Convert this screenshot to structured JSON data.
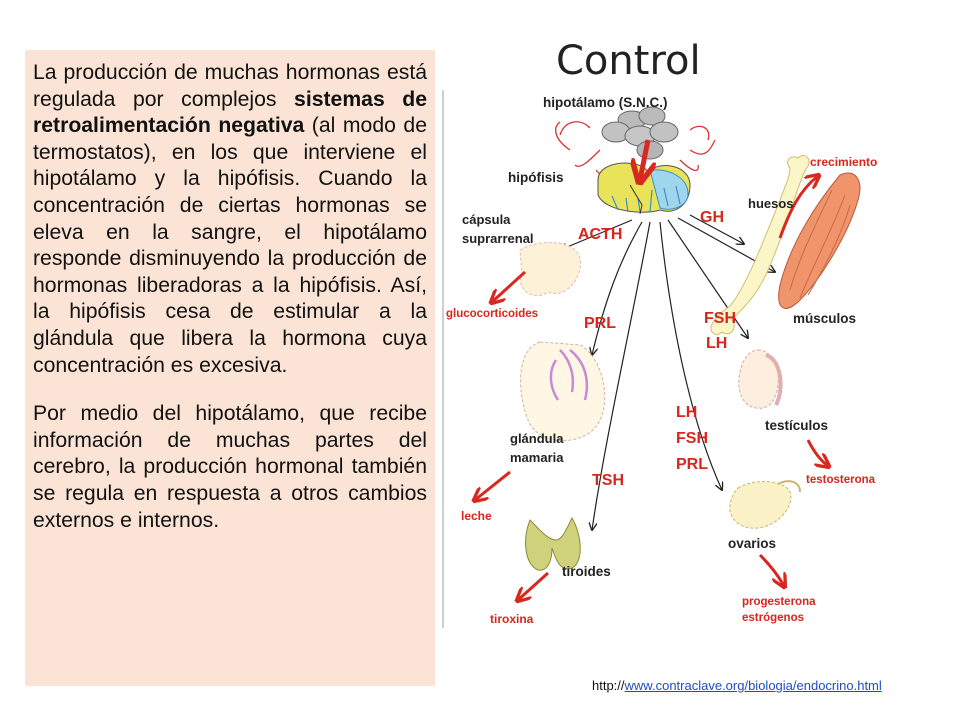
{
  "slide": {
    "title": "Control",
    "paragraph1": {
      "part1": "La producción de muchas hormonas está regulada por complejos ",
      "bold": "sistemas de retroalimentación negativa",
      "part2": " (al modo de termostatos), en los que interviene el hipotálamo y la hipófisis. Cuando la concentración de ciertas hormonas se eleva en la sangre, el hipotálamo responde disminuyendo la producción de hormonas liberadoras a la hipófisis. Así, la hipófisis cesa de estimular a la glándula que libera la hormona cuya concentración es excesiva."
    },
    "paragraph2": "Por medio del hipotálamo, que recibe información de muchas partes del cerebro, la producción hormonal también se regula en respuesta a otros cambios externos e internos.",
    "source_prefix": "http://",
    "source_link": "www.contraclave.org/biologia/endocrino.html"
  },
  "diagram": {
    "hypothalamus": "hipotálamo (S.N.C.)",
    "pituitary": "hipófisis",
    "adrenal": [
      "cápsula",
      "suprarrenal"
    ],
    "acth": "ACTH",
    "glucocorticoids": "glucocorticoides",
    "prl": "PRL",
    "mammary": [
      "glándula",
      "mamaria"
    ],
    "milk": "leche",
    "tsh": "TSH",
    "thyroid": "tiroides",
    "thyroxine": "tiroxina",
    "gh": "GH",
    "bones": "huesos",
    "growth": "crecimiento",
    "muscles": "músculos",
    "fsh_lh": [
      "FSH",
      "LH"
    ],
    "testes": "testículos",
    "testosterone": "testosterona",
    "lh_fsh_prl": [
      "LH",
      "FSH",
      "PRL"
    ],
    "ovaries": "ovarios",
    "ovary_hormones": [
      "progesterona",
      "estrógenos"
    ]
  },
  "colors": {
    "text_box_bg": "#fbe4d5",
    "hormone_label": "#d9251c",
    "arrow_red": "#d8281f",
    "link": "#1f4cc8"
  }
}
